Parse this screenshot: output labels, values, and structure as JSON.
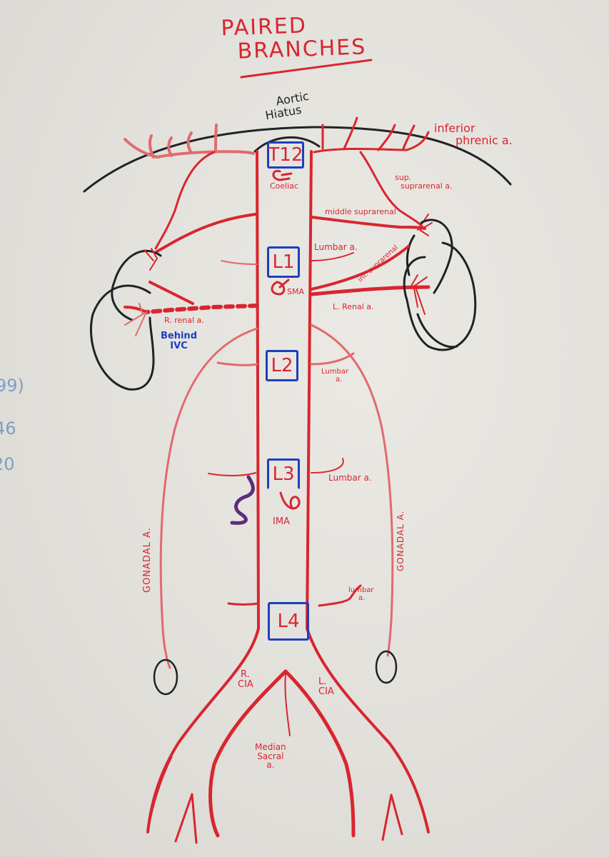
{
  "title": {
    "line1": "PAIRED",
    "line2": "BRANCHES"
  },
  "landmarks": {
    "aortic_hiatus_line1": "Aortic",
    "aortic_hiatus_line2": "Hiatus"
  },
  "vertebrae": [
    {
      "label": "T12"
    },
    {
      "label": "L1"
    },
    {
      "label": "L2"
    },
    {
      "label": "L3"
    },
    {
      "label": "L4"
    }
  ],
  "unpaired_branches": {
    "celiac": "Coeliac",
    "sma": "SMA",
    "ima": "IMA",
    "median_sacral_line1": "Median",
    "median_sacral_line2": "Sacral",
    "median_sacral_line3": "a."
  },
  "paired_branches": {
    "inferior_phrenic_line1": "inferior",
    "inferior_phrenic_line2": "phrenic a.",
    "sup_suprarenal_line1": "sup.",
    "sup_suprarenal_line2": "suprarenal a.",
    "middle_suprarenal": "middle suprarenal",
    "inf_suprarenal": "inf. suprarenal",
    "lumbar_1": "Lumbar a.",
    "lumbar_2_line1": "Lumbar",
    "lumbar_2_line2": "a.",
    "lumbar_3": "Lumbar a.",
    "lumbar_4_line1": "lumbar",
    "lumbar_4_line2": "a.",
    "l_renal": "L. Renal a.",
    "r_renal": "R. renal a.",
    "gonadal_left": "GONADAL A.",
    "gonadal_right": "GONADAL A."
  },
  "notes": {
    "behind_ivc_line1": "Behind",
    "behind_ivc_line2": "IVC"
  },
  "terminal_branches": {
    "r_cia_line1": "R.",
    "r_cia_line2": "CIA",
    "l_cia_line1": "L.",
    "l_cia_line2": "CIA"
  },
  "margin_scribbles": [
    "99)",
    "46",
    "20"
  ],
  "colors": {
    "artery": "#d8262f",
    "vertebra_box": "#1d3fbf",
    "organ_outline": "#1f2226",
    "ivc_note": "#1d3fbf",
    "board": "#e4e2dd"
  }
}
